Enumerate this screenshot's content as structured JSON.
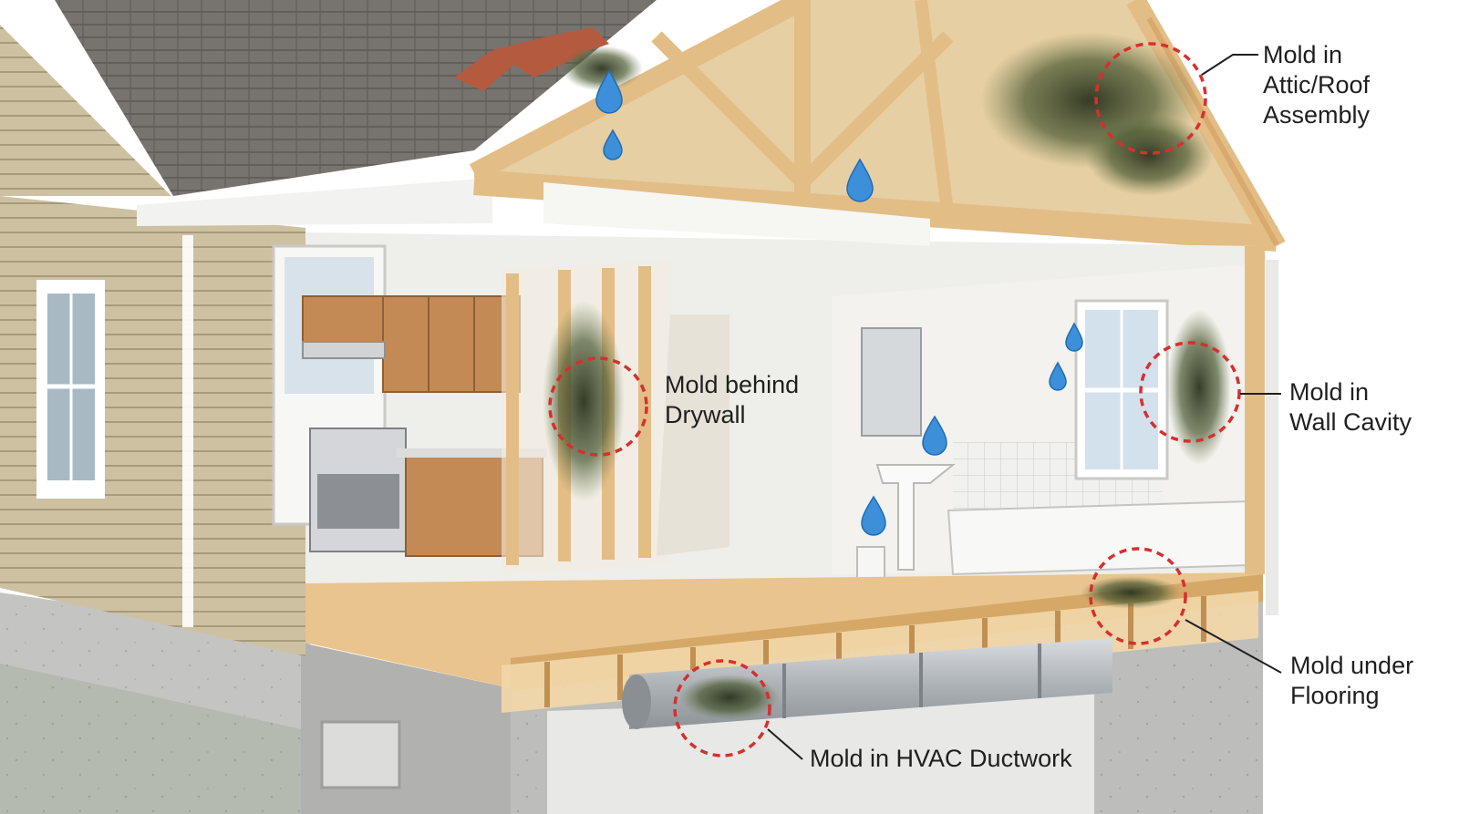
{
  "diagram": {
    "callouts": [
      {
        "id": "attic",
        "text": "Mold in\nAttic/Roof\nAssembly"
      },
      {
        "id": "drywall",
        "text": "Mold behind\nDrywall"
      },
      {
        "id": "wall",
        "text": "Mold in\nWall Cavity"
      },
      {
        "id": "floor",
        "text": "Mold under\nFlooring"
      },
      {
        "id": "hvac",
        "text": "Mold in HVAC Ductwork"
      }
    ]
  },
  "colors": {
    "highlight_circle": "#d62f2f",
    "water_drop": "#3c8fd8",
    "mold": "#3d4a2a",
    "siding": "#cbbf9f",
    "framing": "#e3bd86",
    "roof_shingle": "#6d6a66",
    "foundation": "#b9b9b7",
    "grass": "#5f9e4d"
  },
  "icons": [
    "water-drop-icon",
    "mold-patch-icon",
    "highlight-circle-icon"
  ]
}
